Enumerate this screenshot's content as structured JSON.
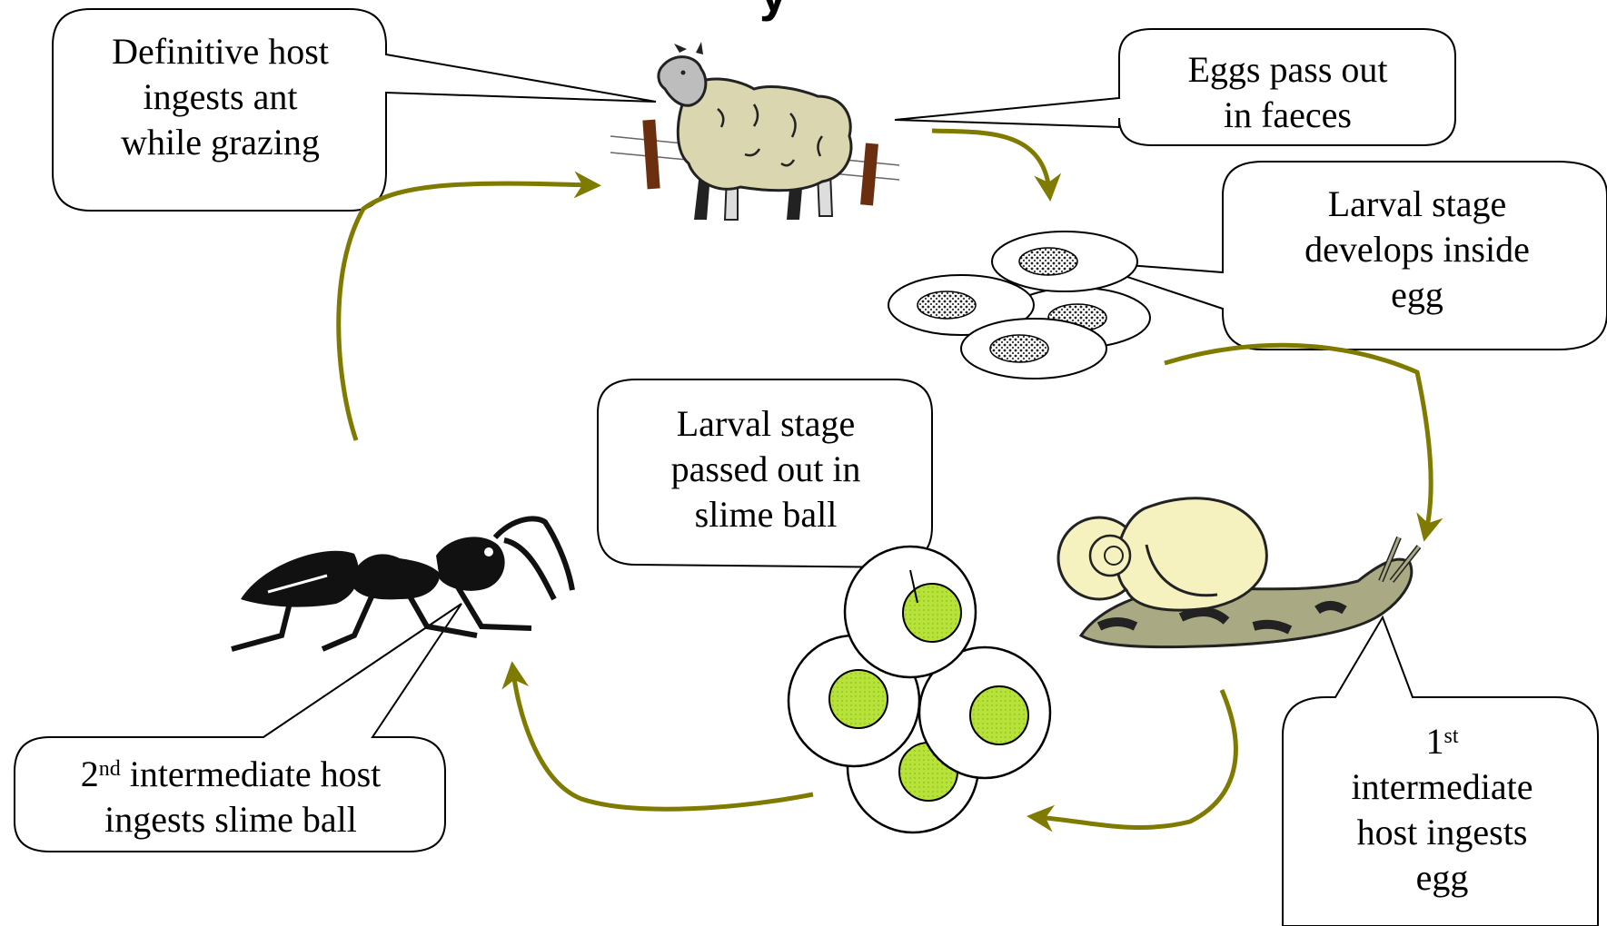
{
  "title_partial": "y",
  "callouts": {
    "definitive_host": {
      "lines": [
        "Definitive host",
        "ingests ant",
        "while grazing"
      ]
    },
    "eggs_out": {
      "lines": [
        "Eggs pass out",
        "in faeces"
      ]
    },
    "larval_develops": {
      "lines": [
        "Larval stage",
        "develops inside",
        "egg"
      ]
    },
    "larval_slime": {
      "lines": [
        "Larval stage",
        "passed out in",
        "slime ball"
      ]
    },
    "second_host": {
      "ord_num": "2",
      "ord_sup": "nd",
      "line1_rest": " intermediate host",
      "line2": "ingests slime ball"
    },
    "first_host": {
      "ord_num": "1",
      "ord_sup": "st",
      "lines": [
        "intermediate",
        "host ingests",
        "egg"
      ]
    }
  },
  "colors": {
    "arrow": "#7f7a00",
    "sheep_wool": "#d9d6b0",
    "snail_shell": "#f6f2c0",
    "snail_body": "#a9a983",
    "larva_green": "#b6e23a",
    "fence_post": "#6b2f10"
  },
  "icons": [
    "sheep-icon",
    "ant-icon",
    "snail-icon",
    "egg-cluster-icon",
    "slime-ball-cluster-icon"
  ]
}
